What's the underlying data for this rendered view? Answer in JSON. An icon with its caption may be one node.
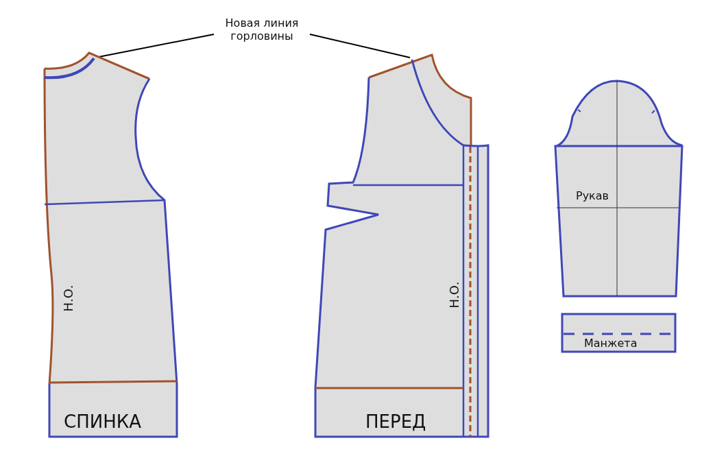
{
  "diagram": {
    "nodes": [
      {
        "text": [
          "Новая линия горловины"
        ]
      },
      {
        "text": [
          "Н.О.",
          "СПИНКА"
        ]
      },
      {
        "text": [
          "Н.О.",
          "ПЕРЕД"
        ]
      },
      {
        "text": [
          "Рукав"
        ]
      },
      {
        "text": [
          "Манжета"
        ]
      },
      {
        "text": [],
        "shape": "curve",
        "in": 1
      },
      {
        "text": [],
        "shape": "curve",
        "in": 2
      }
    ],
    "edges": [
      {
        "from": 0,
        "to": 5,
        "arrow": "none"
      },
      {
        "from": 0,
        "to": 6,
        "arrow": "none"
      }
    ]
  }
}
